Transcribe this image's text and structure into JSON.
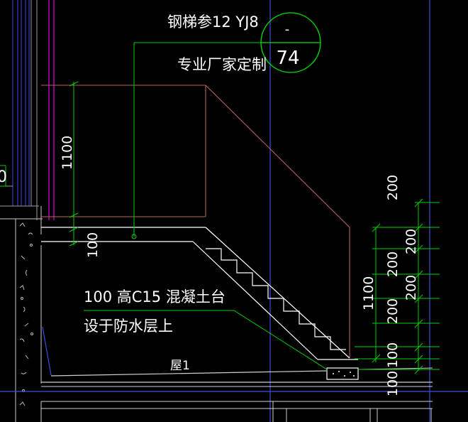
{
  "stair_ref": {
    "title": "钢梯参12 YJ8",
    "note": "专业厂家定制",
    "detail_top": "-",
    "detail_bottom": "74"
  },
  "concrete_note": {
    "line1": "100 高C15 混凝土台",
    "line2": "设于防水层上"
  },
  "floor_label": "屋1",
  "left_fragment": "0",
  "dimensions": {
    "left_height": "1100",
    "left_step": "100",
    "right_height": "1100",
    "right_stack": [
      "200",
      "200",
      "200",
      "200",
      "200",
      "100",
      "100"
    ]
  },
  "colors": {
    "background": "#000000",
    "stair_outline": "#ffffff",
    "railing": "#b0665a",
    "dimension_green": "#00d000",
    "detail_circle": "#00e000",
    "axis_blue": "#3a4fd8",
    "wall_magenta": "#e000e0",
    "hatch": "#c8c8c8",
    "gray_line": "#7a7a7a"
  }
}
